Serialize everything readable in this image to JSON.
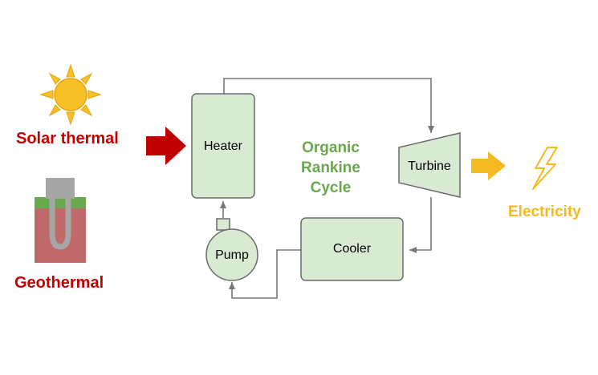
{
  "diagram": {
    "sources": {
      "solar_label": "Solar thermal",
      "geothermal_label": "Geothermal"
    },
    "cycle_title": [
      "Organic",
      "Rankine",
      "Cycle"
    ],
    "components": {
      "heater": "Heater",
      "turbine": "Turbine",
      "cooler": "Cooler",
      "pump": "Pump"
    },
    "output_label": "Electricity",
    "colors": {
      "source_text": "#c00000",
      "source_arrow": "#c00000",
      "cycle_title": "#6aa84f",
      "component_fill": "#d9ead3",
      "component_stroke": "#6b6b6b",
      "pipe": "#777777",
      "output": "#f5b921",
      "sun": "#f6c026",
      "ground_top": "#6aa84f",
      "ground": "#c0696b",
      "well": "#a6a6a6"
    },
    "icons": [
      "sun-icon",
      "geothermal-well-icon",
      "lightning-icon"
    ]
  }
}
